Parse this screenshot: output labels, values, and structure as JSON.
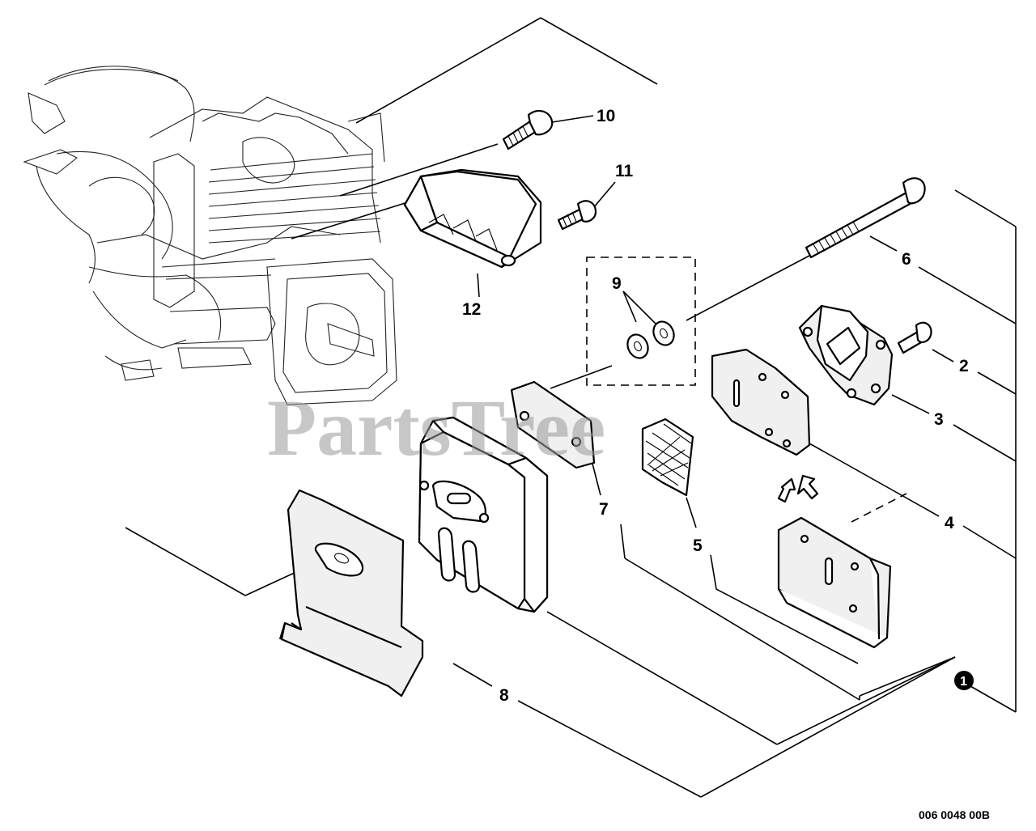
{
  "diagram": {
    "watermark": "PartsTree",
    "drawing_code": "006 0048 00B",
    "callouts": [
      "10",
      "11",
      "12",
      "6",
      "9",
      "2",
      "3",
      "4",
      "5",
      "7",
      "8",
      "1"
    ]
  }
}
